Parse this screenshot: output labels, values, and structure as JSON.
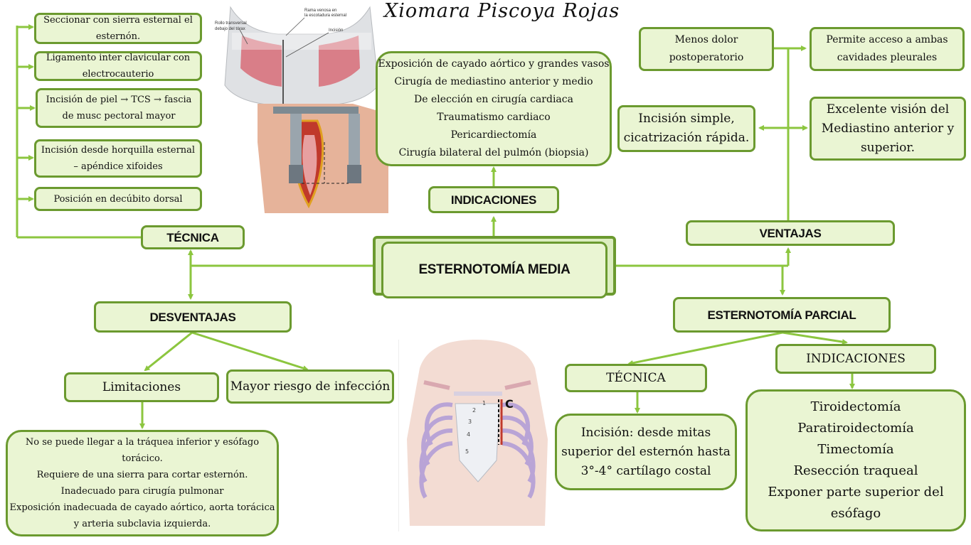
{
  "author": "Xiomara Piscoya Rojas",
  "central": "ESTERNOTOMÍA MEDIA",
  "tecnica": {
    "label": "TÉCNICA",
    "steps": [
      [
        "Seccionar con sierra esternal el",
        "esternón."
      ],
      [
        "Ligamento inter clavicular con",
        "electrocauterio"
      ],
      [
        "Incisión de piel → TCS → fascia",
        "de musc pectoral mayor"
      ],
      [
        "Incisión desde horquilla esternal",
        "– apéndice xifoides"
      ],
      [
        "Posición en decúbito dorsal"
      ]
    ]
  },
  "indicaciones": {
    "label": "INDICACIONES",
    "items": [
      "Exposición de cayado aórtico y grandes vasos",
      "Cirugía de mediastino anterior y medio",
      "De elección en cirugía cardiaca",
      "Traumatismo cardiaco",
      "Pericardiectomía",
      "Cirugía bilateral del pulmón (biopsia)"
    ]
  },
  "ventajas": {
    "label": "VENTAJAS",
    "items": [
      [
        "Menos dolor",
        "postoperatorio"
      ],
      [
        "Permite acceso a ambas",
        "cavidades pleurales"
      ],
      [
        "Incisión simple,",
        "cicatrización rápida."
      ],
      [
        "Excelente visión del",
        "Mediastino anterior y",
        "superior."
      ]
    ]
  },
  "desventajas": {
    "label": "DESVENTAJAS",
    "limitaciones_label": "Limitaciones",
    "riesgo": "Mayor riesgo de infección",
    "limitaciones": [
      "No se puede llegar a la tráquea inferior y esófago",
      "torácico.",
      "Requiere de una sierra para cortar esternón.",
      "Inadecuado para cirugía pulmonar",
      "Exposición inadecuada de cayado aórtico, aorta torácica",
      "y arteria subclavia izquierda."
    ]
  },
  "parcial": {
    "label": "ESTERNOTOMÍA PARCIAL",
    "tecnica_label": "TÉCNICA",
    "tecnica_text": [
      "Incisión: desde mitas",
      "superior del esternón hasta",
      "3°-4° cartílago costal"
    ],
    "indicaciones_label": "INDICACIONES",
    "indicaciones": [
      "Tiroidectomía",
      "Paratiroidectomía",
      "Timectomía",
      "Resección traqueal",
      [
        "Exponer parte superior del",
        "esófago"
      ]
    ]
  },
  "illustration_top": {
    "labels": [
      "Rollo transversal",
      "debajo del tórax",
      "Rama venosa en",
      "la escotadura esternal",
      "Incisión"
    ]
  },
  "illustration_bottom": {
    "rib_numbers": [
      "1",
      "2",
      "3",
      "4",
      "5"
    ],
    "marker": "C"
  },
  "colors": {
    "box_fill": "#eaf5d3",
    "border": "#6b9a2f",
    "connector": "#8cc63f"
  }
}
